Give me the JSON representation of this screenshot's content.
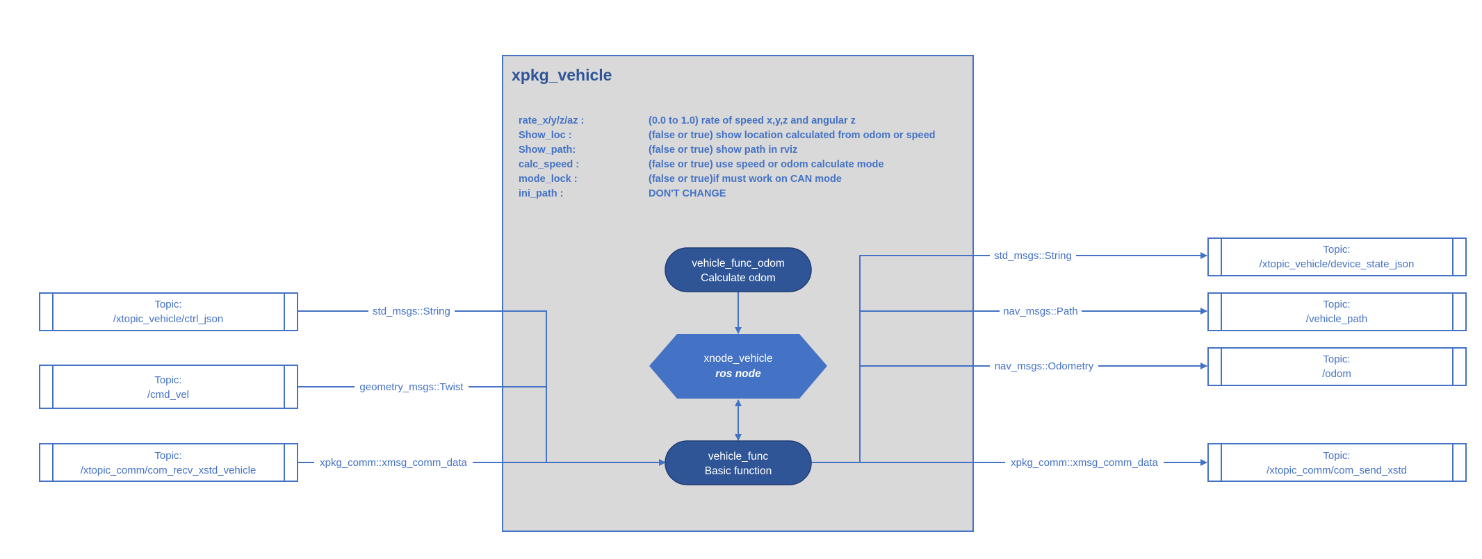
{
  "package": {
    "title": "xpkg_vehicle",
    "params": [
      {
        "name": "rate_x/y/z/az :",
        "desc": "(0.0 to 1.0) rate of speed x,y,z and angular z"
      },
      {
        "name": "Show_loc :",
        "desc": "(false or true) show location calculated from odom or speed"
      },
      {
        "name": "Show_path:",
        "desc": "(false or true) show path in rviz"
      },
      {
        "name": "calc_speed :",
        "desc": "(false or true) use speed or odom calculate mode"
      },
      {
        "name": "mode_lock :",
        "desc": "(false or true)if must work on CAN mode"
      },
      {
        "name": "ini_path :",
        "desc": "DON'T CHANGE"
      }
    ]
  },
  "nodes": {
    "func_odom": {
      "line1": "vehicle_func_odom",
      "line2": "Calculate odom"
    },
    "xnode": {
      "line1": "xnode_vehicle",
      "line2": "ros node"
    },
    "func": {
      "line1": "vehicle_func",
      "line2": "Basic function"
    }
  },
  "inputs": [
    {
      "label": "Topic:",
      "topic": "/xtopic_vehicle/ctrl_json",
      "msg": "std_msgs::String"
    },
    {
      "label": "Topic:",
      "topic": "/cmd_vel",
      "msg": "geometry_msgs::Twist"
    },
    {
      "label": "Topic:",
      "topic": "/xtopic_comm/com_recv_xstd_vehicle",
      "msg": "xpkg_comm::xmsg_comm_data"
    }
  ],
  "outputs": [
    {
      "label": "Topic:",
      "topic": "/xtopic_vehicle/device_state_json",
      "msg": "std_msgs::String"
    },
    {
      "label": "Topic:",
      "topic": "/vehicle_path",
      "msg": "nav_msgs::Path"
    },
    {
      "label": "Topic:",
      "topic": "/odom",
      "msg": "nav_msgs::Odometry"
    },
    {
      "label": "Topic:",
      "topic": "/xtopic_comm/com_send_xstd",
      "msg": "xpkg_comm::xmsg_comm_data"
    }
  ],
  "colors": {
    "line": "#4472c4",
    "node_fill": "#2f5597",
    "hex_fill": "#4472c4",
    "box_fill": "#d9d9d9",
    "text_blue": "#4472c4",
    "title_blue": "#2f5597"
  }
}
